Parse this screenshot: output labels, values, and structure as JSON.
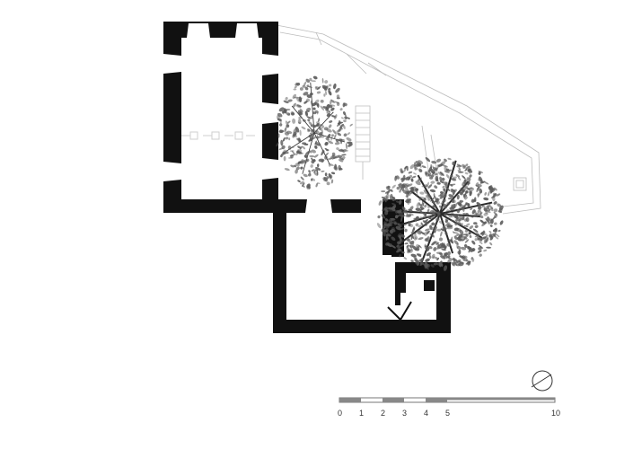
{
  "drawing": {
    "type": "architectural-floor-plan",
    "wall_color": "#111111",
    "thin_line_color": "#bbbbbb",
    "foliage_color": "#5a5a5a",
    "background": "#ffffff"
  },
  "scale_bar": {
    "ticks": [
      "0",
      "1",
      "2",
      "3",
      "4",
      "5",
      "10"
    ]
  },
  "north_arrow": {
    "icon": "north-arrow-icon"
  }
}
